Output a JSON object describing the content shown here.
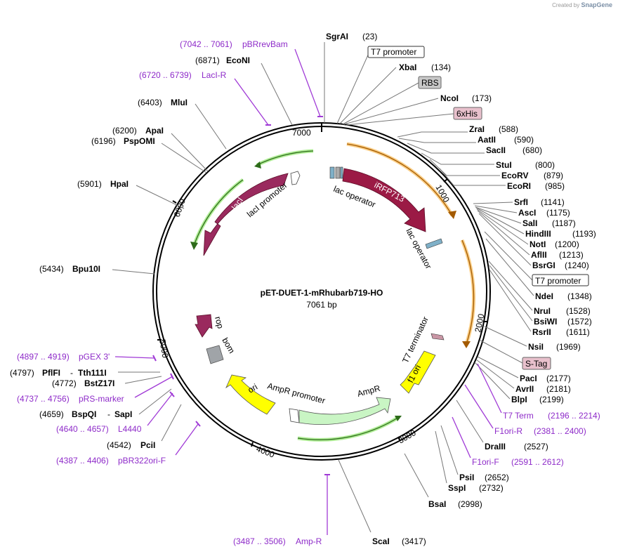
{
  "watermark": {
    "prefix": "Created by",
    "brand": "SnapGene"
  },
  "plasmid": {
    "name": "pET-DUET-1-mRhubarb719-HO",
    "length_label": "7061 bp"
  },
  "ruler": [
    "1000",
    "2000",
    "3000",
    "4000",
    "5000",
    "6000",
    "7000"
  ],
  "enzymes_right": [
    {
      "name": "SgrAI",
      "pos": "(23)"
    },
    {
      "name": "XbaI",
      "pos": "(134)"
    },
    {
      "name": "NcoI",
      "pos": "(173)"
    },
    {
      "name": "ZraI",
      "pos": "(588)"
    },
    {
      "name": "AatII",
      "pos": "(590)"
    },
    {
      "name": "SacII",
      "pos": "(680)"
    },
    {
      "name": "StuI",
      "pos": "(800)"
    },
    {
      "name": "EcoRV",
      "pos": "(879)"
    },
    {
      "name": "EcoRI",
      "pos": "(985)"
    },
    {
      "name": "SrfI",
      "pos": "(1141)"
    },
    {
      "name": "AscI",
      "pos": "(1175)"
    },
    {
      "name": "SalI",
      "pos": "(1187)"
    },
    {
      "name": "HindIII",
      "pos": "(1193)"
    },
    {
      "name": "NotI",
      "pos": "(1200)"
    },
    {
      "name": "AflII",
      "pos": "(1213)"
    },
    {
      "name": "BsrGI",
      "pos": "(1240)"
    },
    {
      "name": "NdeI",
      "pos": "(1348)"
    },
    {
      "name": "NruI",
      "pos": "(1528)"
    },
    {
      "name": "BsiWI",
      "pos": "(1572)"
    },
    {
      "name": "RsrII",
      "pos": "(1611)"
    },
    {
      "name": "NsiI",
      "pos": "(1969)"
    },
    {
      "name": "PacI",
      "pos": "(2177)"
    },
    {
      "name": "AvrII",
      "pos": "(2181)"
    },
    {
      "name": "BlpI",
      "pos": "(2199)"
    },
    {
      "name": "DraIII",
      "pos": "(2527)"
    },
    {
      "name": "PsiI",
      "pos": "(2652)"
    },
    {
      "name": "SspI",
      "pos": "(2732)"
    },
    {
      "name": "BsaI",
      "pos": "(2998)"
    },
    {
      "name": "ScaI",
      "pos": "(3417)"
    }
  ],
  "enzymes_left": [
    {
      "name": "EcoNI",
      "pos": "(6871)"
    },
    {
      "name": "MluI",
      "pos": "(6403)"
    },
    {
      "name": "ApaI",
      "pos": "(6200)"
    },
    {
      "name": "PspOMI",
      "pos": "(6196)"
    },
    {
      "name": "HpaI",
      "pos": "(5901)"
    },
    {
      "name": "Bpu10I",
      "pos": "(5434)"
    },
    {
      "name": "PflFI",
      "pos": "(4797)"
    },
    {
      "name": "Tth111I",
      "pos": "- "
    },
    {
      "name": "BstZ17I",
      "pos": "(4772)"
    },
    {
      "name": "BspQI",
      "pos": "(4659)"
    },
    {
      "name": "SapI",
      "pos": "- "
    },
    {
      "name": "PciI",
      "pos": "(4542)"
    }
  ],
  "primers": [
    {
      "name": "pBRrevBam",
      "range": "(7042 .. 7061)"
    },
    {
      "name": "LacI-R",
      "range": "(6720 .. 6739)"
    },
    {
      "name": "pGEX 3'",
      "range": "(4897 .. 4919)"
    },
    {
      "name": "pRS-marker",
      "range": "(4737 .. 4756)"
    },
    {
      "name": "L4440",
      "range": "(4640 .. 4657)"
    },
    {
      "name": "pBR322ori-F",
      "range": "(4387 .. 4406)"
    },
    {
      "name": "T7 Term",
      "range": "(2196 .. 2214)"
    },
    {
      "name": "F1ori-R",
      "range": "(2381 .. 2400)"
    },
    {
      "name": "F1ori-F",
      "range": "(2591 .. 2612)"
    },
    {
      "name": "Amp-R",
      "range": "(3487 .. 3506)"
    }
  ],
  "boxed_features": [
    {
      "name": "T7 promoter",
      "color": "#ffffff"
    },
    {
      "name": "RBS",
      "color": "#c8c8c8"
    },
    {
      "name": "6xHis",
      "color": "#e8c0cc"
    },
    {
      "name": "T7 promoter",
      "color": "#ffffff"
    },
    {
      "name": "S-Tag",
      "color": "#e8c0cc"
    }
  ],
  "features": [
    {
      "name": "iRFP713",
      "color": "#9b1a45"
    },
    {
      "name": "lacI",
      "color": "#9a2a5e"
    },
    {
      "name": "lacI promoter",
      "color": "#ffffff"
    },
    {
      "name": "lac operator",
      "color": "#7fb0c8"
    },
    {
      "name": "lac operator",
      "color": "#7fb0c8"
    },
    {
      "name": "rop",
      "color": "#9a2a5e"
    },
    {
      "name": "bom",
      "color": "#a0a4a8"
    },
    {
      "name": "AmpR",
      "color": "#c9f5c4"
    },
    {
      "name": "AmpR promoter",
      "color": "#ffffff"
    },
    {
      "name": "ori",
      "color": "#ffff00"
    },
    {
      "name": "f1 ori",
      "color": "#ffff00"
    },
    {
      "name": "T7 terminator",
      "color": "#c996a5"
    }
  ],
  "colors": {
    "primer": "#8e2bc9",
    "orf_highlight_orange": "#f5a623",
    "orf_highlight_green": "#8ee66a",
    "backbone": "#000000"
  }
}
